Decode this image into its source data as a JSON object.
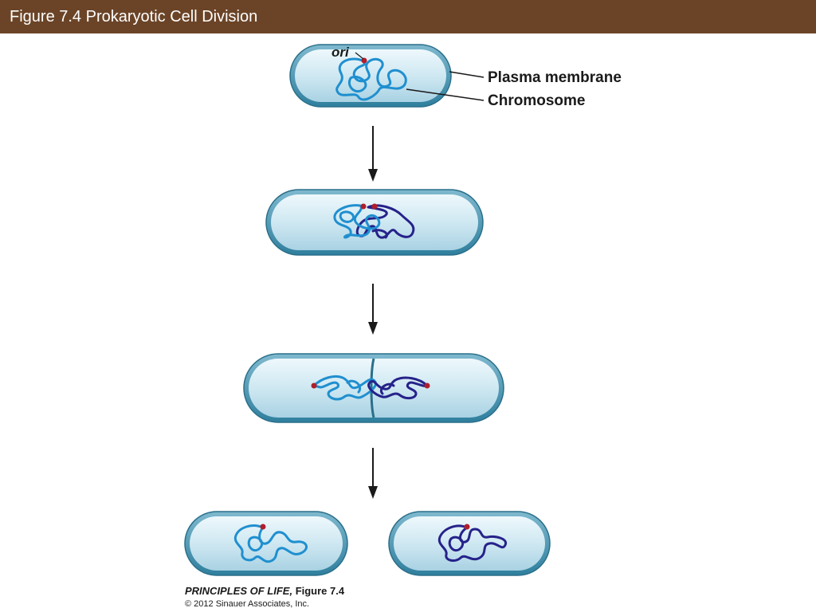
{
  "header": {
    "title": "Figure 7.4  Prokaryotic Cell Division"
  },
  "labels": {
    "ori": "ori",
    "plasma_membrane": "Plasma membrane",
    "chromosome": "Chromosome"
  },
  "credit": {
    "book": "PRINCIPLES OF LIFE,",
    "figure": " Figure 7.4",
    "copyright": "© 2012 Sinauer Associates, Inc."
  },
  "colors": {
    "header_bg": "#6b4427",
    "membrane": "#3d8fae",
    "cytoplasm": "#d6ecf4",
    "chromosome_light": "#1f8fcf",
    "chromosome_dark": "#26228a",
    "ori_marker": "#b01e2a",
    "arrow": "#1a1a1a"
  }
}
